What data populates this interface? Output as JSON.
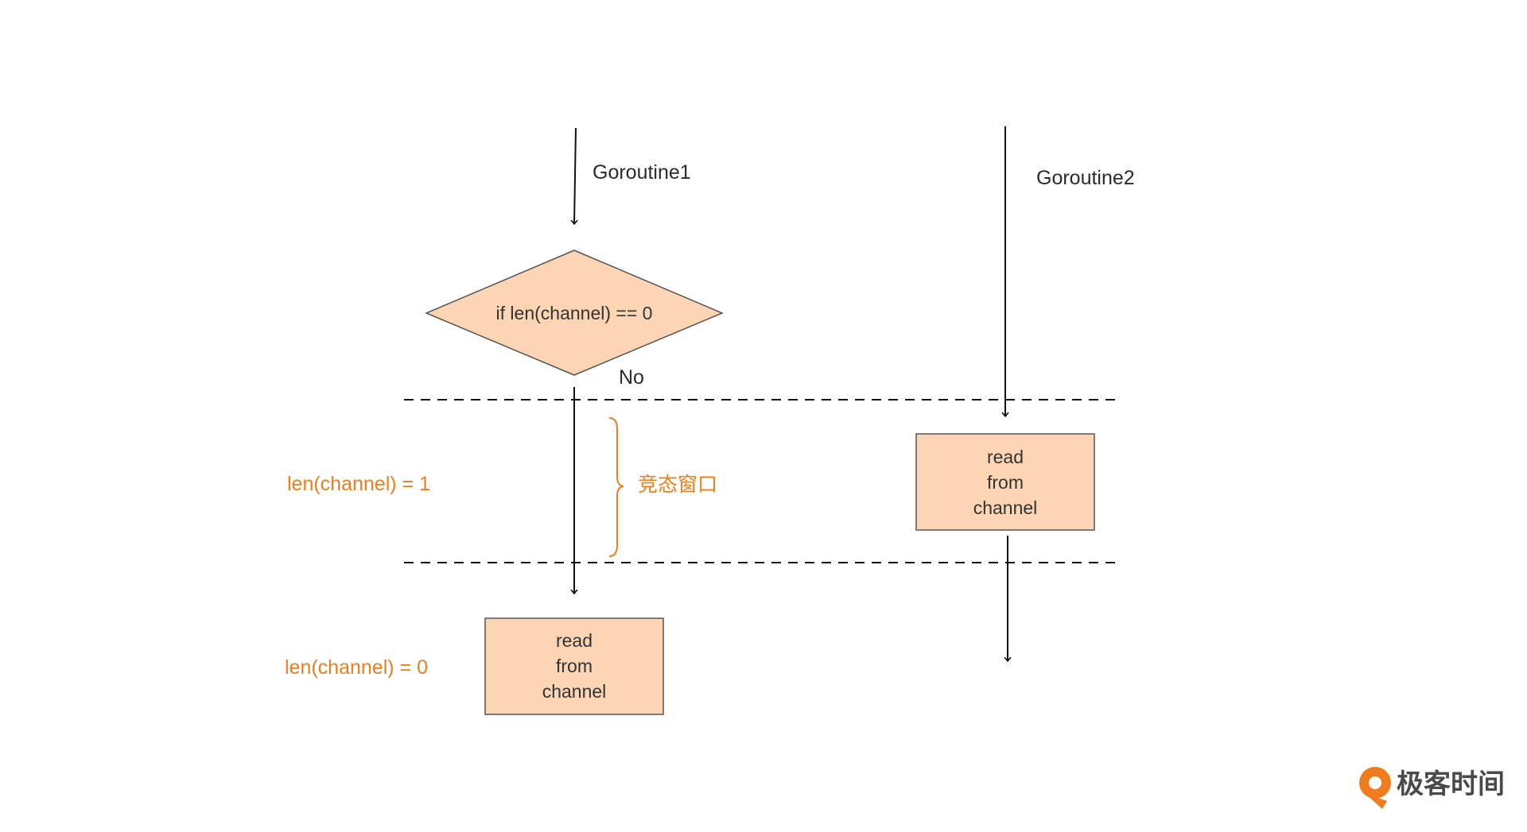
{
  "colors": {
    "node_fill": "#fcd5b4",
    "node_stroke": "#555555",
    "line": "#111111",
    "accent": "#f07c1e",
    "brand_icon": "#f07c1e",
    "brand_text": "#4a4a4a"
  },
  "lanes": {
    "goroutine1": "Goroutine1",
    "goroutine2": "Goroutine2"
  },
  "decision": {
    "text": "if len(channel) == 0",
    "branch_label": "No"
  },
  "goroutine1_read_box": {
    "line1": "read",
    "line2": "from",
    "line3": "channel"
  },
  "goroutine2_read_box": {
    "line1": "read",
    "line2": "from",
    "line3": "channel"
  },
  "states": {
    "before": "len(channel) = 1",
    "after": "len(channel) = 0"
  },
  "race_window_label": "竞态窗口",
  "brand": {
    "name": "极客时间",
    "icon": "geektime-logo-icon"
  }
}
